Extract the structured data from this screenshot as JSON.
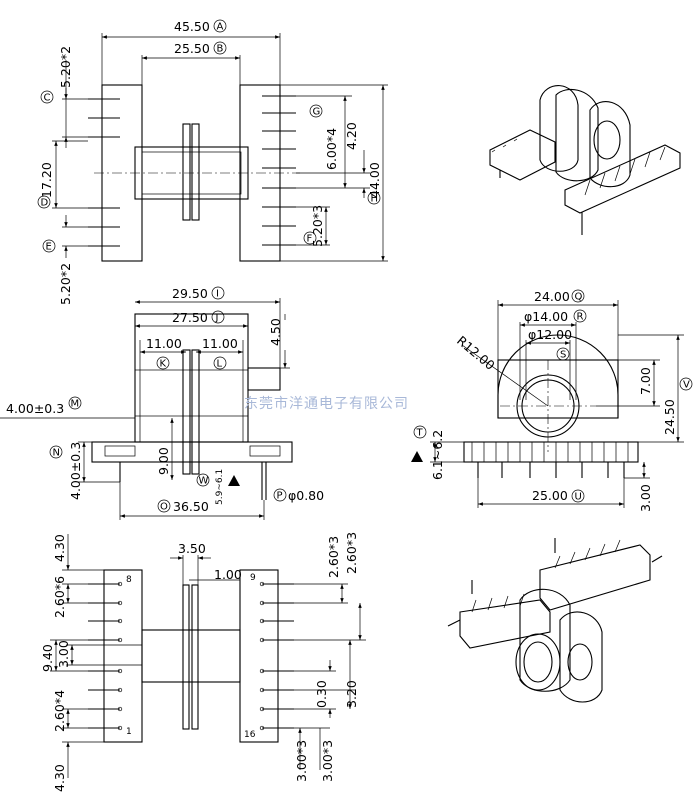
{
  "watermark": "东莞市洋通电子有限公司",
  "top_view": {
    "dims": {
      "A": "45.50",
      "B": "25.50",
      "C": "5.20*2",
      "D": "17.20",
      "E": "5.20*2",
      "G": "6.00*4",
      "g2": "4.20",
      "H": "44.00",
      "F": "5.20*3"
    },
    "tags": {
      "A": "A",
      "B": "B",
      "C": "C",
      "D": "D",
      "E": "E",
      "G": "G",
      "H": "H",
      "F": "F"
    }
  },
  "front_view": {
    "dims": {
      "I": "29.50",
      "J": "27.50",
      "K": "11.00",
      "L": "11.00",
      "top": "4.50",
      "M": "4.00±0.3",
      "N": "4.00±0.3",
      "W": "9.00",
      "w2": "5.9~6.1",
      "O": "36.50",
      "P": "φ0.80"
    },
    "tags": {
      "I": "I",
      "J": "J",
      "K": "K",
      "L": "L",
      "M": "M",
      "N": "N",
      "W": "W",
      "O": "O",
      "P": "P"
    }
  },
  "side_view": {
    "dims": {
      "Q": "24.00",
      "R": "φ14.00",
      "S": "φ12.00",
      "radius": "R12.00",
      "v7": "7.00",
      "V": "24.50",
      "T": "6.1~6.2",
      "U": "25.00",
      "v3": "3.00"
    },
    "tags": {
      "Q": "Q",
      "R": "R",
      "S": "S",
      "V": "V",
      "T": "T",
      "U": "U"
    }
  },
  "bottom_view": {
    "dims": {
      "t43": "4.30",
      "s350": "3.50",
      "s100": "1.00",
      "r260a": "2.60*3",
      "r260b": "2.60*3",
      "l260_6": "2.60*6",
      "l940": "9.40",
      "l300": "3.00",
      "l260_4": "2.60*4",
      "b430": "4.30",
      "r030": "0.30",
      "r320": "3.20",
      "b300a": "3.00*3",
      "b300b": "3.00*3"
    },
    "pins": {
      "p8": "8",
      "p9": "9",
      "p1": "1",
      "p16": "16"
    }
  }
}
